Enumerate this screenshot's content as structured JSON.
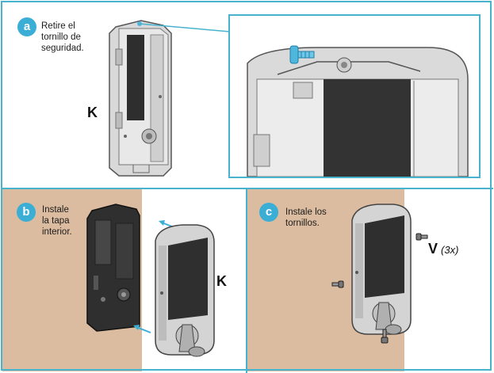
{
  "step_a": {
    "badge": "a",
    "caption_lines": [
      "Retire el",
      "tornillo de",
      "seguridad."
    ],
    "part_label": "K"
  },
  "step_b": {
    "badge": "b",
    "caption_lines": [
      "Instale",
      "la tapa",
      "interior."
    ],
    "part_label": "K"
  },
  "step_c": {
    "badge": "c",
    "caption_lines": [
      "Instale los",
      "tornillos."
    ],
    "part_label": "V",
    "quantity": "(3x)"
  },
  "colors": {
    "frame_blue": "#47b3cf",
    "badge_blue": "#3aaed5",
    "door_tan": "#dcbca0",
    "screw_blue": "#4fb6dc"
  },
  "icons": [
    "security-screw-icon",
    "mounting-screw-icon",
    "direction-arrow-icon"
  ]
}
